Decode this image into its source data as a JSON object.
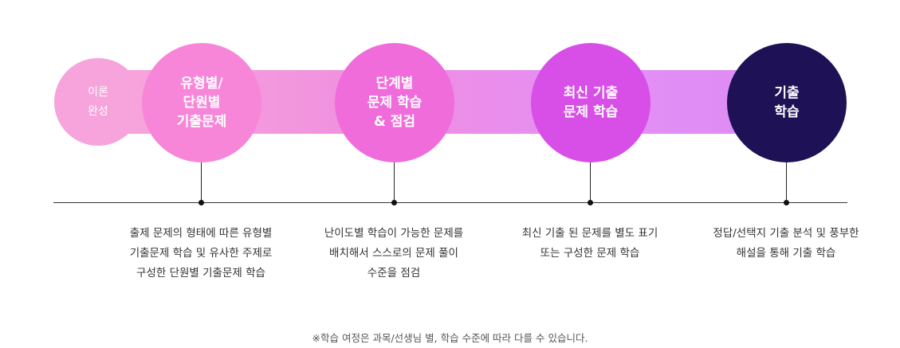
{
  "stages": [
    {
      "label": "이론\n완성",
      "color": "#f7a3dc"
    },
    {
      "label": "유형별/\n단원별\n기출문제",
      "color": "#f786d8"
    },
    {
      "label": "단계별\n문제 학습\n& 점검",
      "color": "#ef6cda"
    },
    {
      "label": "최신 기출\n문제 학습",
      "color": "#d84fe8"
    },
    {
      "label": "기출\n학습",
      "color": "#1f1155"
    }
  ],
  "descriptions": [
    "출제 문제의 형태에 따른 유형별\n기출문제 학습 및 유사한 주제로\n구성한 단원별 기출문제 학습",
    "난이도별 학습이 가능한 문제를\n배치해서 스스로의 문제 풀이\n수준을 점검",
    "최신 기출 된 문제를 별도 표기\n또는 구성한 문제 학습",
    "정답/선택지 기출 분석 및 풍부한\n해설을 통해 기출 학습"
  ],
  "footnote": "※학습 여정은 과목/선생님 별, 학습 수준에 따라 다를  수 있습니다."
}
